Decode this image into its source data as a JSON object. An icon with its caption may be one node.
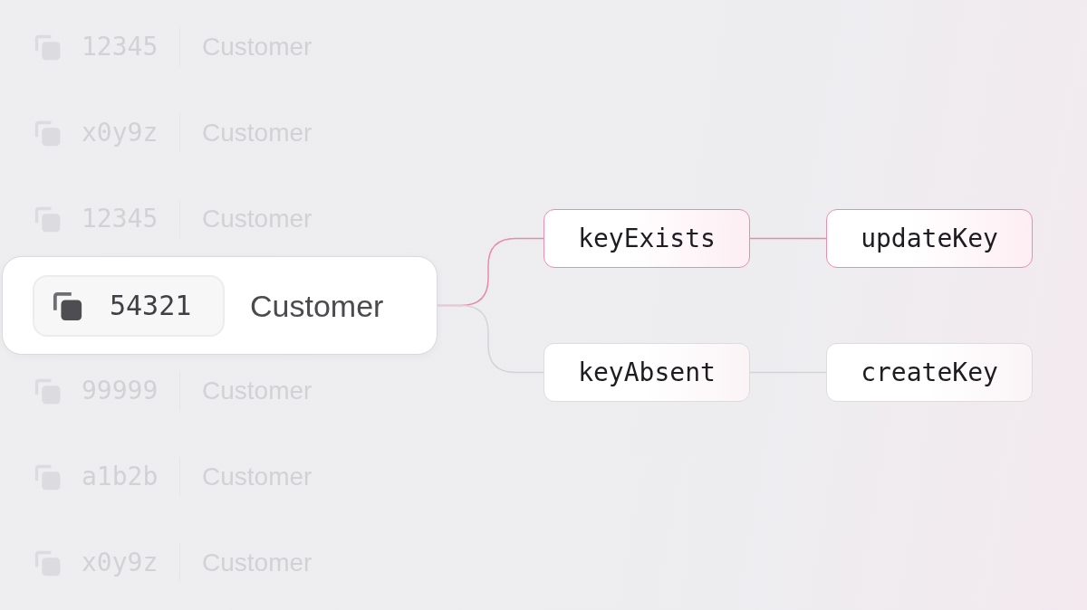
{
  "diagram": {
    "nodes": [
      {
        "text": [
          "Customer"
        ]
      },
      {
        "text": [
          "54321"
        ],
        "in": 0
      },
      {
        "text": [
          "keyExists"
        ]
      },
      {
        "text": [
          "updateKey"
        ]
      },
      {
        "text": [
          "keyAbsent"
        ]
      },
      {
        "text": [
          "createKey"
        ]
      }
    ],
    "edges": [
      {
        "from": 0,
        "to": 2,
        "arrow": "none",
        "color": "#e88aa6"
      },
      {
        "from": 2,
        "to": 3,
        "arrow": "none",
        "color": "#e88aa6"
      },
      {
        "from": 0,
        "to": 4,
        "arrow": "none"
      },
      {
        "from": 4,
        "to": 5,
        "arrow": "none"
      }
    ],
    "labels": [
      "12345",
      "Customer",
      "x0y9z",
      "Customer",
      "12345",
      "Customer",
      "99999",
      "Customer",
      "a1b2b",
      "Customer",
      "x0y9z",
      "Customer"
    ]
  }
}
